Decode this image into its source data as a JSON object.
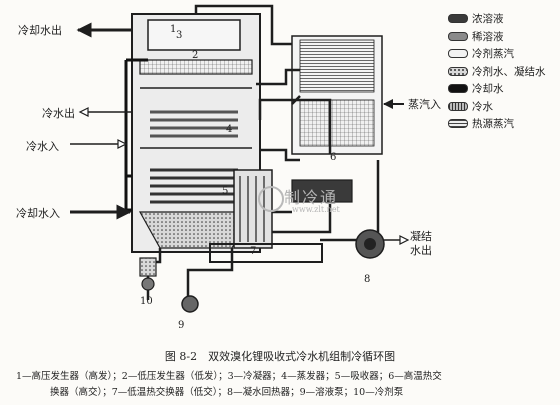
{
  "labels": {
    "cooling_water_out_top": "冷却水出",
    "chilled_water_out": "冷水出",
    "chilled_water_in": "冷水入",
    "cooling_water_in": "冷却水入",
    "steam_in": "蒸汽入",
    "condensate_out_line1": "凝结",
    "condensate_out_line2": "水出"
  },
  "component_numbers": [
    "1",
    "2",
    "3",
    "4",
    "5",
    "6",
    "7",
    "8",
    "9",
    "10"
  ],
  "legend": [
    {
      "label": "浓溶液",
      "fill": "#3a3a3a",
      "pattern": "solid"
    },
    {
      "label": "稀溶液",
      "fill": "#8a8a8a",
      "pattern": "solid"
    },
    {
      "label": "冷剂蒸汽",
      "fill": "#f2f2f2",
      "pattern": "solid"
    },
    {
      "label": "冷剂水、凝结水",
      "fill": "#cfcfcf",
      "pattern": "dots"
    },
    {
      "label": "冷却水",
      "fill": "#111111",
      "pattern": "solid"
    },
    {
      "label": "冷水",
      "fill": "#9a9a9a",
      "pattern": "vlines"
    },
    {
      "label": "热源蒸汽",
      "fill": "#e0e0e0",
      "pattern": "hlines"
    }
  ],
  "watermark": {
    "text": "制冷通",
    "url": "www.zlt.net"
  },
  "caption": {
    "title": "图 8-2　双效溴化锂吸收式冷水机组制冷循环图",
    "note_line1": "1—高压发生器（高发）；2—低压发生器（低发）；3—冷凝器；4—蒸发器；5—吸收器；6—高温热交",
    "note_line2": "换器（高交）；7—低温热交换器（低交）；8—凝水回热器；9—溶液泵；10—冷剂泵"
  },
  "colors": {
    "line": "#1e1e1e",
    "shell": "#ececec",
    "fill_dark": "#3a3a3a",
    "background": "#fcfbf8"
  }
}
